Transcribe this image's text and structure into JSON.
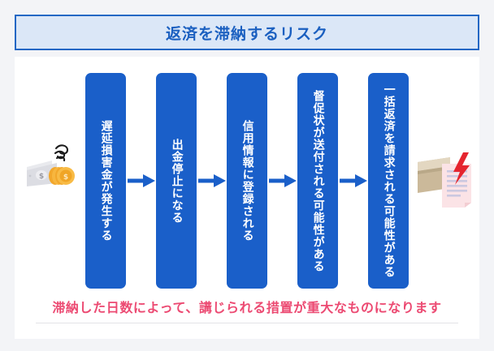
{
  "header": {
    "title": "返済を滞納するリスク",
    "banner_bg": "#dbe7f7",
    "banner_border": "#2367c4",
    "title_color": "#1a5fc0"
  },
  "flow": {
    "box_color": "#1a5fc9",
    "arrow_color": "#1a5fc9",
    "steps": [
      {
        "label": "遅延損害金が発生する"
      },
      {
        "label": "出金停止になる"
      },
      {
        "label": "信用情報に登録される"
      },
      {
        "label": "督促状が送付される可能性がある"
      },
      {
        "label": "一括返済を請求される可能性がある"
      }
    ],
    "arrows": [
      {
        "name": "arrow-1"
      },
      {
        "name": "arrow-2"
      },
      {
        "name": "arrow-3"
      },
      {
        "name": "arrow-4"
      }
    ],
    "icons": {
      "left": "money-cash-coins-icon",
      "right": "envelope-document-warning-icon"
    }
  },
  "caption": {
    "text": "滞納した日数によって、講じられる措置が重大なものになります",
    "color": "#ec4a72"
  }
}
